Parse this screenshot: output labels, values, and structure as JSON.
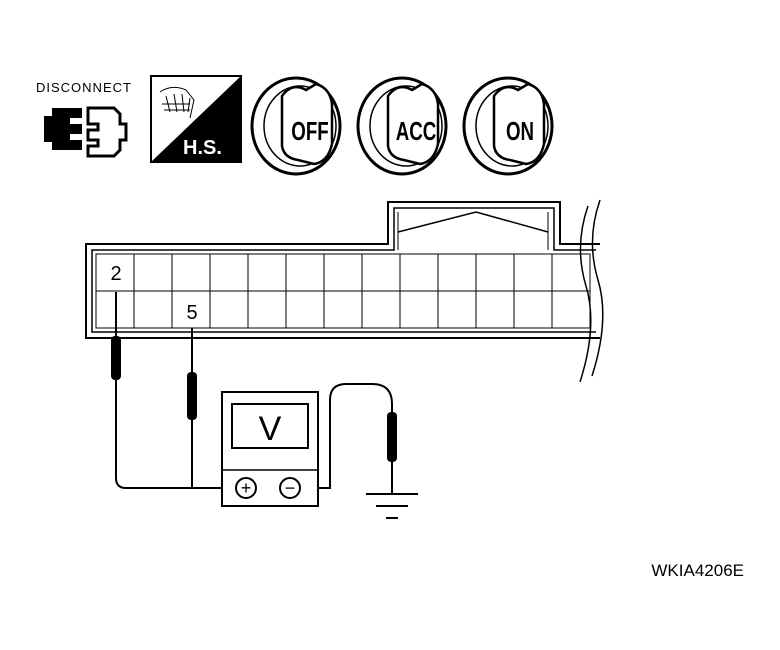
{
  "icons": {
    "disconnect_label": "DISCONNECT",
    "hs_label": "H.S.",
    "switches": [
      {
        "id": "off",
        "label": "OFF"
      },
      {
        "id": "acc",
        "label": "ACC"
      },
      {
        "id": "on",
        "label": "ON"
      }
    ]
  },
  "connector": {
    "terminals": [
      {
        "id": "t2",
        "label": "2"
      },
      {
        "id": "t5",
        "label": "5"
      }
    ]
  },
  "meter": {
    "label": "V",
    "positive_symbol": "+",
    "negative_symbol": "−"
  },
  "figure_code": "WKIA4206E"
}
